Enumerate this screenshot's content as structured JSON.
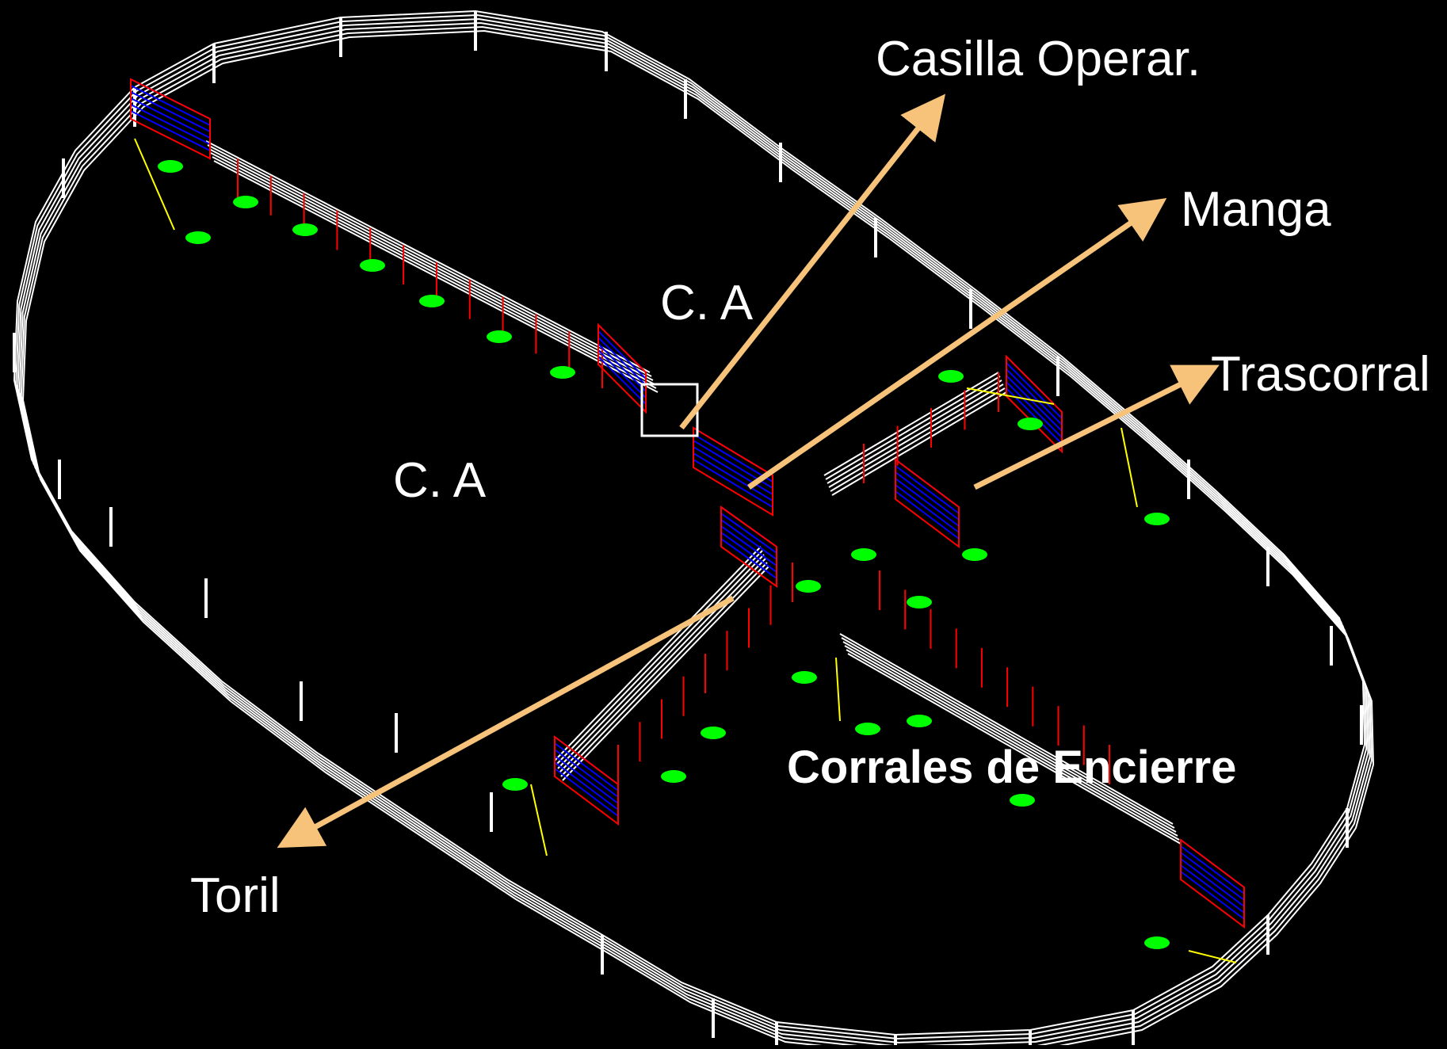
{
  "labels": {
    "casilla": "Casilla Operar.",
    "manga": "Manga",
    "trascorral": "Trascorral",
    "ca_top": "C. A",
    "ca_left": "C. A",
    "toril": "Toril",
    "corrales": "Corrales de Encierre"
  },
  "colors": {
    "background": "#000000",
    "fence": "#ffffff",
    "gate_frame": "#ff0000",
    "gate_fill": "#0000ff",
    "vegetation": "#00ff00",
    "yellow_line": "#ffff00",
    "arrow": "#f7c27a",
    "label_text": "#ffffff"
  },
  "icons": [
    "fence-post-icon",
    "gate-icon",
    "shrub-icon",
    "arrow-icon"
  ]
}
